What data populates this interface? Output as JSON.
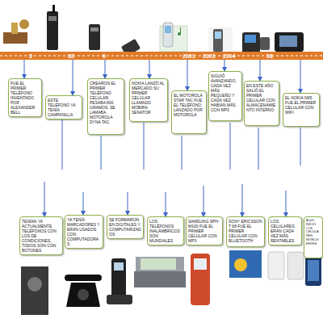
{
  "diagram": {
    "nodes": [
      {
        "text": [
          "FUE EL PRIMER TELÉFONO INVENTADO POR ALEXANDER BELL"
        ]
      },
      {
        "text": [
          "ESTE TELÉFONO YA TENÍA CAMPANILLA"
        ]
      },
      {
        "text": [
          "CREARON EL PRIMER TELÉFONO CELULAR, PESABA 800 GRAMOS, SE LAMABA MOTOROLA DYNA TAC"
        ]
      },
      {
        "text": [
          "NOKIA LANZÓ AL MERCADO SU PRIMER CELULAR LLAMADO MOBIRA SENATOR"
        ]
      },
      {
        "text": [
          "EL MOTOROLA STAR TAC FUE EL TELÉFONO LANZADO POR MOTOROLA"
        ]
      },
      {
        "text": [
          "SIGUIÓ AVANZANDO, CADA VEZ MÁS PEQUEÑO Y CADA VEZ HABIAN MÁS CON MP3"
        ]
      },
      {
        "text": [
          "EN ESTE AÑO SALIÓ EL PRIMER CELULAR CON ALMACENAMIENTO INTERNO"
        ]
      },
      {
        "text": [
          "EL NOKIA N95 FUE EL PRIMER CELULAR CON WIFI"
        ]
      },
      {
        "text": [
          "TENÍAN YA ACTUALMENTE TELÉFONOS CON LOS DE CONDICIONES, TODOS SON CON BOTONES"
        ]
      },
      {
        "text": [
          "YA TENÍA MARCADORES Y ERAN USADOS CON COMPUTADORAS"
        ]
      },
      {
        "text": [
          "SE FORMARON EN DIGITALES Y COMPUTARIZADOS"
        ]
      },
      {
        "text": [
          "LOS TELÉFONOS INALÁMBRICOS SON MUNDIALES"
        ]
      },
      {
        "text": [
          "SAMSUNG SPH-M100 FUE EL PRIMER CELULAR CON MP3"
        ]
      },
      {
        "text": [
          "SONY ERICSSON T 68 FUE EL PRIMER CELULAR CON BLUETOOTH"
        ]
      },
      {
        "text": [
          "LOS CELULARES ERAN CADA VEZ MÁS RENTABLES"
        ]
      },
      {
        "text": [
          "AQUÍ INICIÓ LOS CELULARES INTELIGENTES"
        ]
      }
    ],
    "labels": [
      "3",
      "30",
      "0",
      "2001",
      "2003",
      "2004",
      "08"
    ]
  }
}
